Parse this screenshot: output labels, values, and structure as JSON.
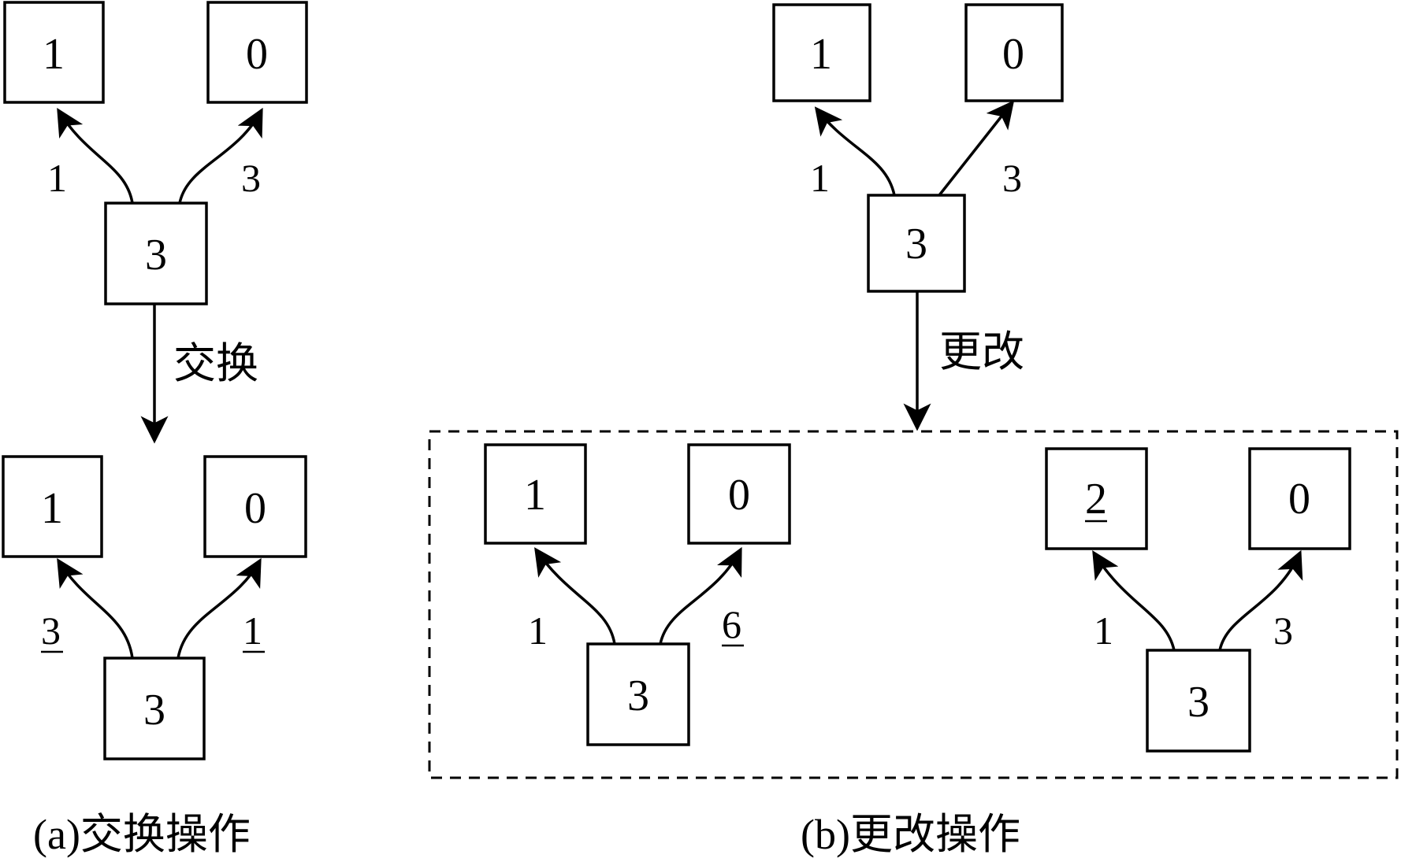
{
  "panel_a": {
    "operation_label": "交换",
    "caption": "(a)交换操作",
    "before": {
      "root": "3",
      "left_child": "1",
      "right_child": "0",
      "left_edge": "1",
      "right_edge": "3"
    },
    "after": {
      "root": "3",
      "left_child": "1",
      "right_child": "0",
      "left_edge": "3",
      "right_edge": "1"
    }
  },
  "panel_b": {
    "operation_label": "更改",
    "caption": "(b)更改操作",
    "before": {
      "root": "3",
      "left_child": "1",
      "right_child": "0",
      "left_edge": "1",
      "right_edge": "3"
    },
    "result_1": {
      "root": "3",
      "left_child": "1",
      "right_child": "0",
      "left_edge": "1",
      "right_edge": "6"
    },
    "result_2": {
      "root": "3",
      "left_child": "2",
      "right_child": "0",
      "left_edge": "1",
      "right_edge": "3"
    }
  }
}
